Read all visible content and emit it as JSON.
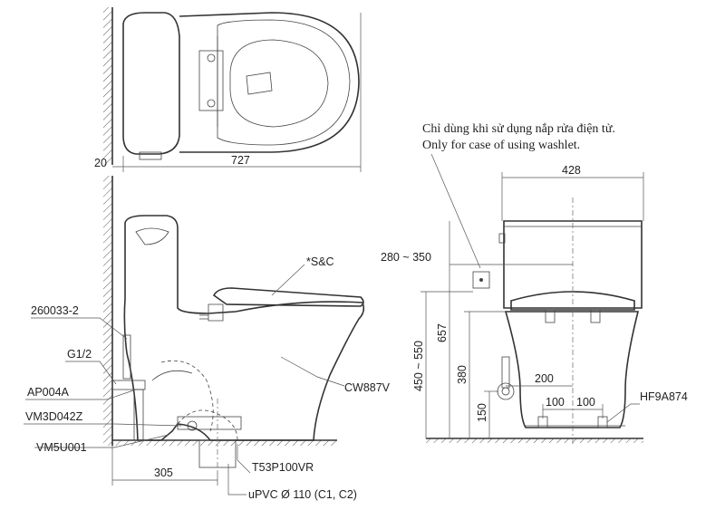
{
  "top_view": {
    "dim_wall_gap": "20",
    "dim_length": "727"
  },
  "side_view": {
    "label_seat": "*S&C",
    "label_part_fill": "260033-2",
    "label_g12": "G1/2",
    "label_ap": "AP004A",
    "label_vm3": "VM3D042Z",
    "label_vm5": "VM5U001",
    "label_body": "CW887V",
    "label_flange": "T53P100VR",
    "label_pipe": "uPVC Ø 110 (C1, C2)",
    "dim_rough": "305"
  },
  "front_view": {
    "note_vi": "Chỉ dùng khi sử dụng nắp rửa điện tử.",
    "note_en": "Only for case of using washlet.",
    "dim_width": "428",
    "dim_outlet_range": "280 ~ 350",
    "dim_outlet_h": "450 ~ 550",
    "dim_total_h": "657",
    "dim_seat_h": "380",
    "dim_valve_h": "150",
    "dim_valve_x": "200",
    "dim_bolt_l": "100",
    "dim_bolt_r": "100",
    "label_bolt": "HF9A874"
  }
}
